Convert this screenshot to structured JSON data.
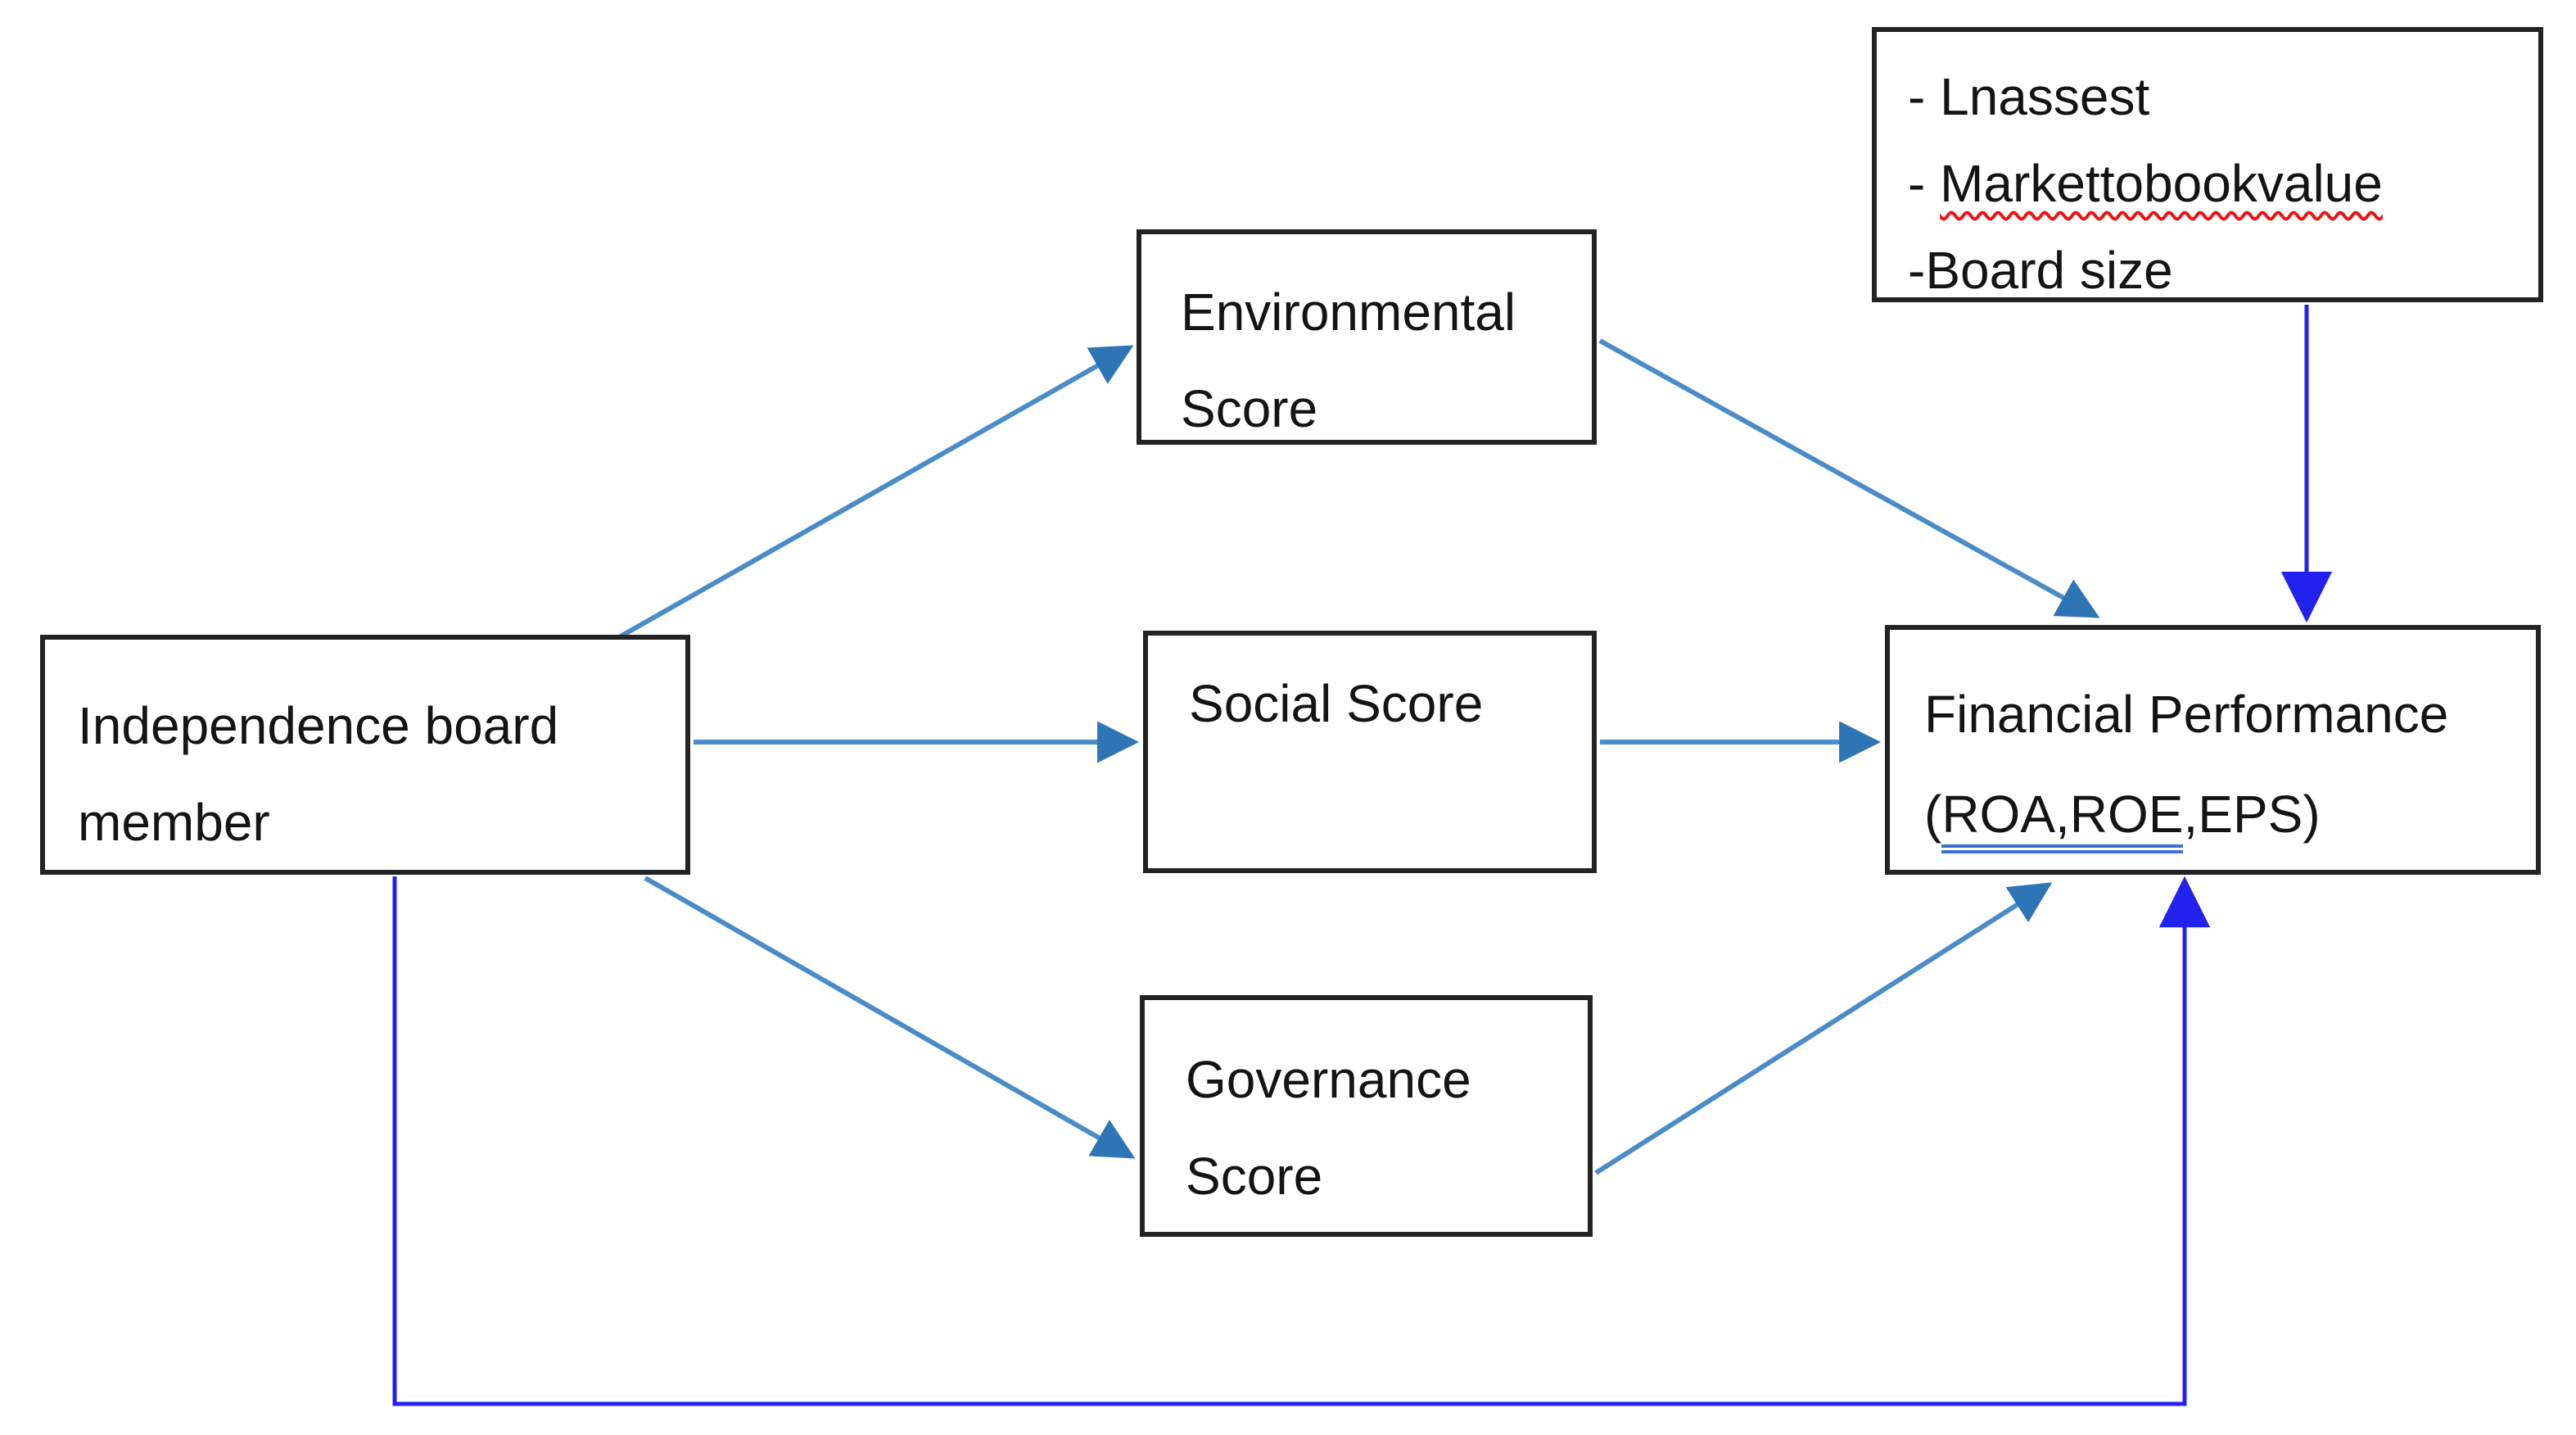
{
  "diagram": {
    "colors": {
      "background": "#ffffff",
      "box_border": "#232323",
      "text": "#141414",
      "mediation_arrow": "#4a8cc8",
      "mediation_arrowhead": "#2e75b6",
      "direct_arrow": "#2222ee",
      "spellcheck_underline": "#ee1111",
      "grammar_underline": "#3a6fd8"
    },
    "boxes": {
      "independence": {
        "line1": "Independence board",
        "line2": "member"
      },
      "environmental": {
        "line1": "Environmental",
        "line2": "Score"
      },
      "social": {
        "line1": "Social Score"
      },
      "governance": {
        "line1": "Governance",
        "line2": "Score"
      },
      "financial": {
        "line1": "Financial Performance",
        "line2_open": "(",
        "line2_underlined": "ROA,ROE",
        "line2_rest": ",EPS)"
      },
      "controls": {
        "item1": "- Lnassest",
        "item2_prefix": "- ",
        "item2_word": "Markettobookvalue",
        "item3": "-Board size"
      }
    }
  }
}
